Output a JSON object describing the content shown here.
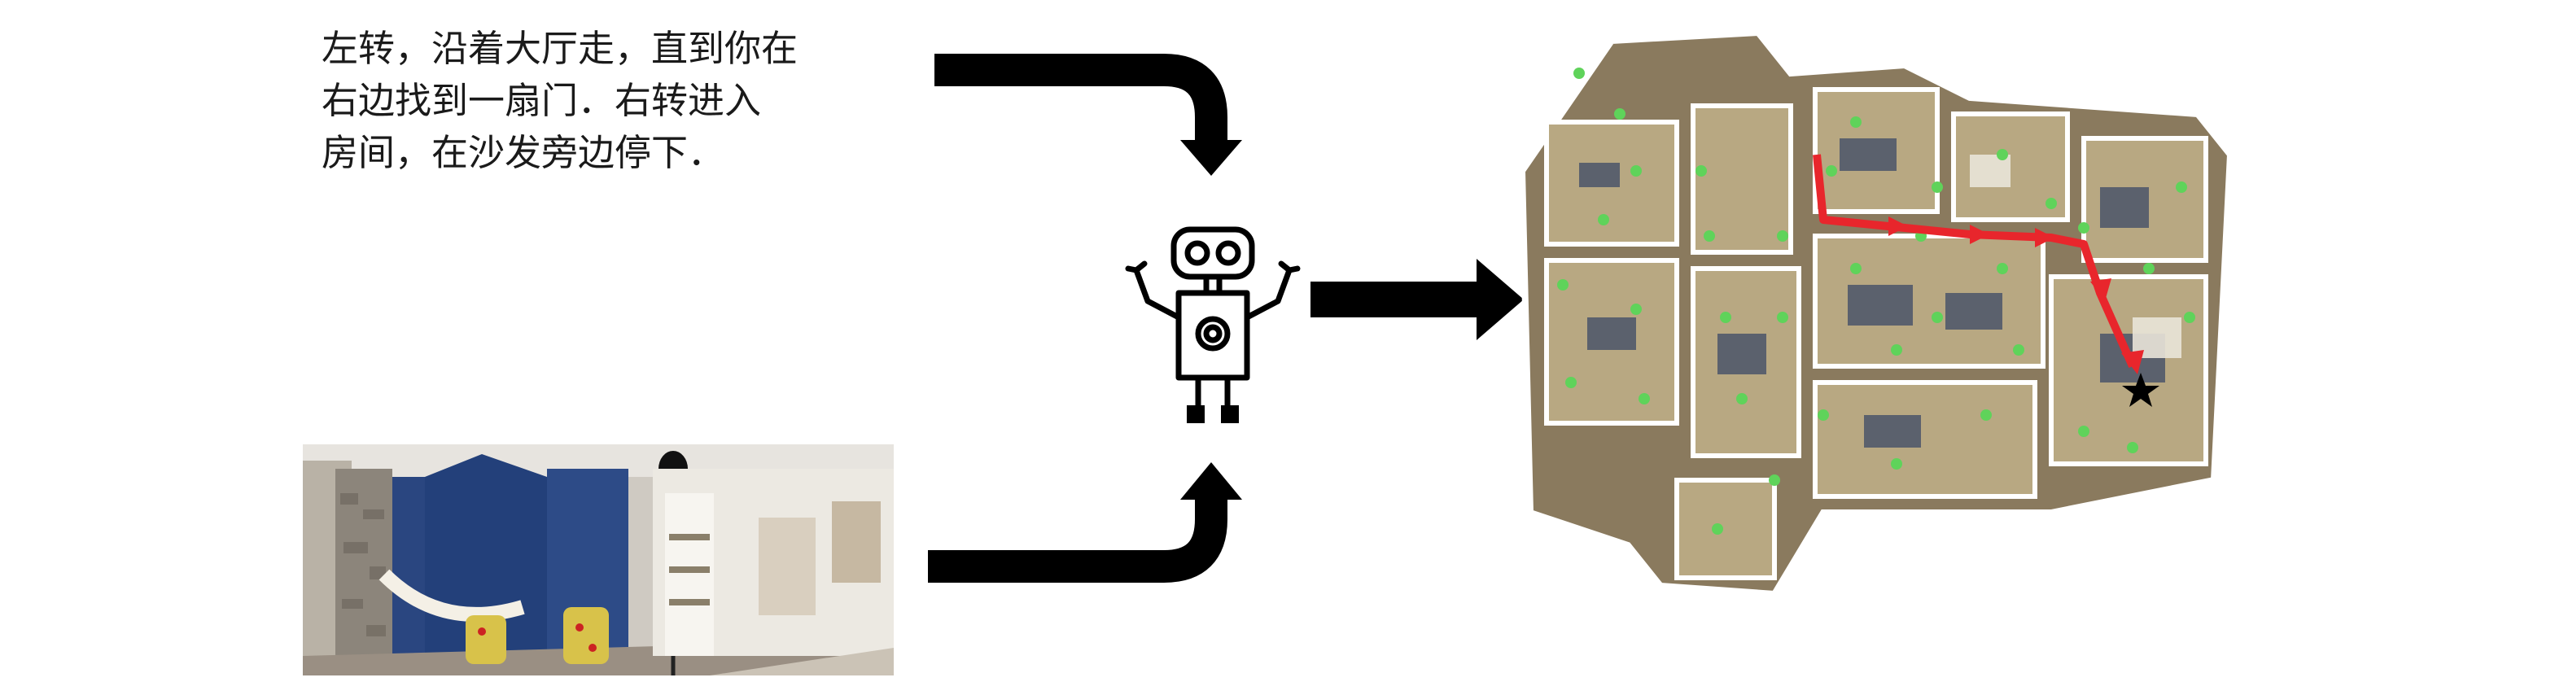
{
  "instruction": {
    "lines": [
      "左转，沿着大厅走，直到你在",
      "右边找到一扇门．右转进入",
      "房间，在沙发旁边停下．"
    ]
  },
  "colors": {
    "arrow": "#000000",
    "path": "#e8262c",
    "waypoint": "#5fd35a",
    "wall": "#ffffff",
    "blue_wall": "#2b4a86"
  },
  "icons": {
    "robot": "robot-icon",
    "goal": "star-icon"
  }
}
